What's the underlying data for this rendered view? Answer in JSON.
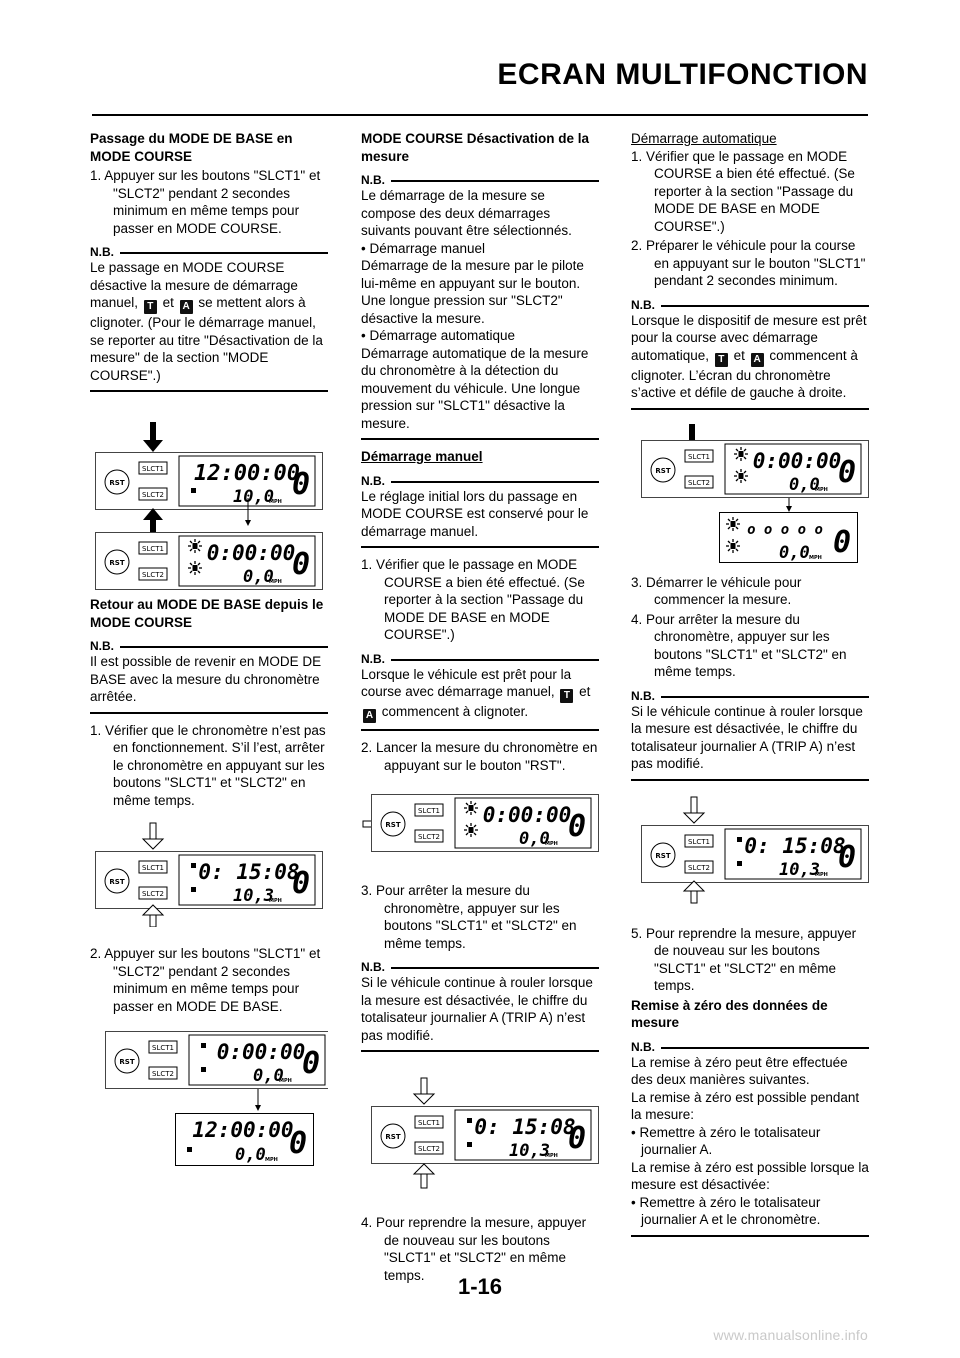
{
  "header": {
    "title": "ECRAN MULTIFONCTION"
  },
  "footer": {
    "page_number": "1-16",
    "watermark": "www.manualsonline.info"
  },
  "nb_label": "N.B.",
  "icons": {
    "t": "T",
    "a": "A"
  },
  "display": {
    "rst": "RST",
    "slct1": "SLCT1",
    "slct2": "SLCT2",
    "mph": "MPH",
    "gear": "0",
    "clock": "12:00:00",
    "clock_odo": "10,0",
    "timer_zero": "0:00:00",
    "odo_zero": "0,0",
    "dashes": "o o o o o",
    "timer_run": "0: 15:08",
    "odo_run": "10,3"
  },
  "col1": {
    "s1_title": "Passage du MODE DE BASE en MODE COURSE",
    "s1_step1": "1.  Appuyer sur les boutons \"SLCT1\" et \"SLCT2\" pendant 2 secondes minimum en même temps pour passer en MODE COURSE.",
    "nb1_a": "Le passage en MODE COURSE désactive la mesure de démarrage manuel,",
    "nb1_b": "et",
    "nb1_c": "se mettent alors à clignoter. (Pour le démarrage manuel, se reporter au titre \"Désactivation de la mesure\" de la section \"MODE COURSE\".)",
    "s2_title": "Retour au MODE DE BASE depuis le MODE COURSE",
    "nb2": "Il est possible de revenir en MODE DE BASE avec la mesure du chronomètre arrêtée.",
    "s2_step1": "1.  Vérifier que le chronomètre n’est pas en fonctionnement. S’il l’est, arrêter le chronomètre en appuyant sur les boutons \"SLCT1\" et \"SLCT2\" en même temps.",
    "s2_step2": "2.  Appuyer sur les boutons \"SLCT1\" et \"SLCT2\" pendant 2 secondes minimum en même temps pour passer en MODE DE BASE."
  },
  "col2": {
    "title": "MODE COURSE Désactivation de la mesure",
    "nb1_p1": "Le démarrage de la mesure se compose des deux démarrages suivants pouvant être sélectionnés.",
    "nb1_b1": "•  Démarrage manuel",
    "nb1_p2": "Démarrage de la mesure par le pilote lui-même en appuyant sur le bouton. Une longue pression sur \"SLCT2\" désactive la mesure.",
    "nb1_b2": "•  Démarrage automatique",
    "nb1_p3": "Démarrage automatique de la mesure du chronomètre à la détection du mouvement du véhicule. Une longue pression sur \"SLCT1\" désactive la mesure.",
    "manual_title": "Démarrage manuel",
    "nb2": "Le réglage initial lors du passage en MODE COURSE est conservé pour le démarrage manuel.",
    "step1": "1.  Vérifier que le passage en MODE COURSE a bien été effectué. (Se reporter à la section \"Passage du MODE DE BASE en MODE COURSE\".)",
    "nb3_a": "Lorsque le véhicule est prêt pour la course avec démarrage manuel,",
    "nb3_b": "et",
    "nb3_c": "commencent à clignoter.",
    "step2": "2.  Lancer la mesure du chronomètre en appuyant sur le bouton \"RST\".",
    "step3": "3.  Pour arrêter la mesure du chronomètre, appuyer sur les boutons \"SLCT1\" et \"SLCT2\" en même temps.",
    "nb4": "Si le véhicule continue à rouler lorsque la mesure est désactivée, le chiffre du totalisateur journalier A (TRIP A) n’est pas modifié.",
    "step4": "4.  Pour reprendre la mesure, appuyer de nouveau sur les boutons \"SLCT1\" et \"SLCT2\" en même temps."
  },
  "col3": {
    "auto_title": "Démarrage automatique",
    "step1": "1.  Vérifier que le passage en MODE COURSE a bien été effectué. (Se reporter à la section \"Passage du MODE DE BASE en MODE COURSE\".)",
    "step2": "2.  Préparer le véhicule pour la course en appuyant sur le bouton \"SLCT1\" pendant 2 secondes minimum.",
    "nb1_a": "Lorsque le dispositif de mesure est prêt pour la course avec démarrage automatique,",
    "nb1_b": "et",
    "nb1_c": "commencent à clignoter. L’écran du chronomètre s’active et défile de gauche à droite.",
    "step3": "3.  Démarrer le véhicule pour commencer la mesure.",
    "step4": "4.  Pour arrêter la mesure du chronomètre, appuyer sur les boutons \"SLCT1\" et \"SLCT2\" en même temps.",
    "nb2": "Si le véhicule continue à rouler lorsque la mesure est désactivée, le chiffre du totalisateur journalier A (TRIP A) n’est pas modifié.",
    "step5": "5.  Pour reprendre la mesure, appuyer de nouveau sur les boutons \"SLCT1\" et \"SLCT2\" en même temps.",
    "reset_title": "Remise à zéro des données de mesure",
    "nb3_p1": "La remise à zéro peut être effectuée des deux manières suivantes.",
    "nb3_p2": "La remise à zéro est possible pendant la mesure:",
    "nb3_b1": "•  Remettre à zéro le totalisateur journalier A.",
    "nb3_p3": "La remise à zéro est possible lorsque la mesure est désactivée:",
    "nb3_b2": "•  Remettre à zéro le totalisateur journalier A et le chronomètre."
  }
}
